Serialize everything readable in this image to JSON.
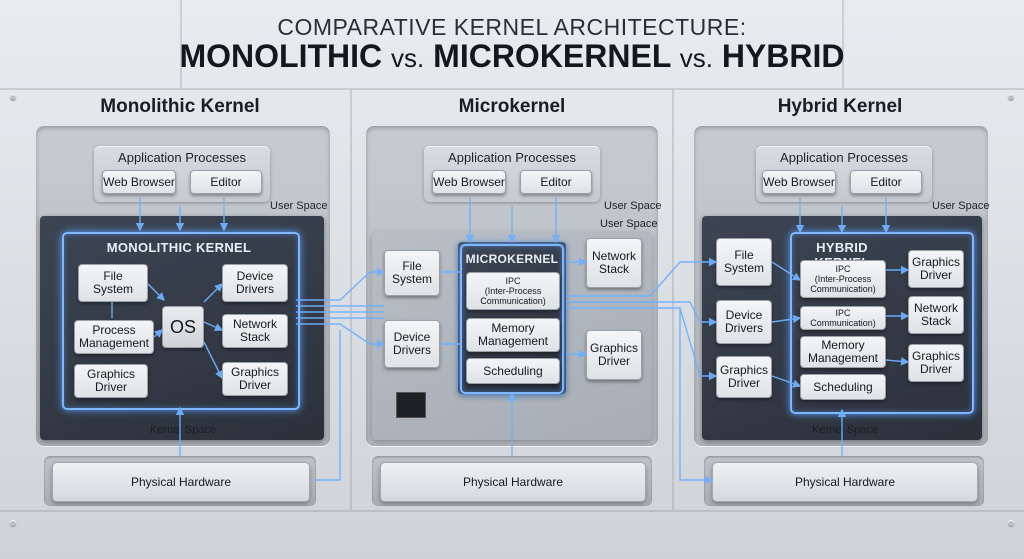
{
  "title": {
    "line1": "COMPARATIVE KERNEL ARCHITECTURE:",
    "line2_a": "MONOLITHIC",
    "vs1": "vs.",
    "line2_b": "MICROKERNEL",
    "vs2": "vs.",
    "line2_c": "HYBRID"
  },
  "monolithic": {
    "heading": "Monolithic Kernel",
    "app_processes": "Application Processes",
    "web_browser": "Web Browser",
    "editor": "Editor",
    "user_space": "User Space",
    "kernel_label": "MONOLITHIC KERNEL",
    "file_system": "File\nSystem",
    "process_management": "Process\nManagement",
    "graphics_driver": "Graphics\nDriver",
    "os": "OS",
    "device_drivers": "Device\nDrivers",
    "network_stack": "Network\nStack",
    "graphics_driver_2": "Graphics\nDriver",
    "kernel_space": "Kernel Space",
    "physical_hardware": "Physical Hardware"
  },
  "microkernel": {
    "heading": "Microkernel",
    "app_processes": "Application Processes",
    "web_browser": "Web Browser",
    "editor": "Editor",
    "user_space_1": "User Space",
    "user_space_2": "User Space",
    "file_system": "File\nSystem",
    "device_drivers": "Device\nDrivers",
    "kernel_label": "MICROKERNEL",
    "ipc": "IPC\n(Inter-Process\nCommunication)",
    "memory_management": "Memory\nManagement",
    "scheduling": "Scheduling",
    "network_stack": "Network\nStack",
    "graphics_driver": "Graphics\nDriver",
    "physical_hardware": "Physical Hardware"
  },
  "hybrid": {
    "heading": "Hybrid Kernel",
    "app_processes": "Application Processes",
    "web_browser": "Web Browser",
    "editor": "Editor",
    "user_space": "User Space",
    "file_system": "File\nSystem",
    "device_drivers": "Device\nDrivers",
    "graphics_driver_left": "Graphics\nDriver",
    "kernel_label": "HYBRID KERNEL",
    "ipc_1": "IPC\n(Inter-Process\nCommunication)",
    "ipc_2": "IPC\nCommunication)",
    "memory_management": "Memory\nManagement",
    "scheduling": "Scheduling",
    "graphics_driver_1": "Graphics\nDriver",
    "network_stack": "Network\nStack",
    "graphics_driver_2": "Graphics\nDriver",
    "kernel_space": "Kernel Space",
    "physical_hardware": "Physical Hardware"
  },
  "colors": {
    "glow": "#7fb6ff",
    "board_dark": "#323a46",
    "wire": "#6fb0ff"
  }
}
